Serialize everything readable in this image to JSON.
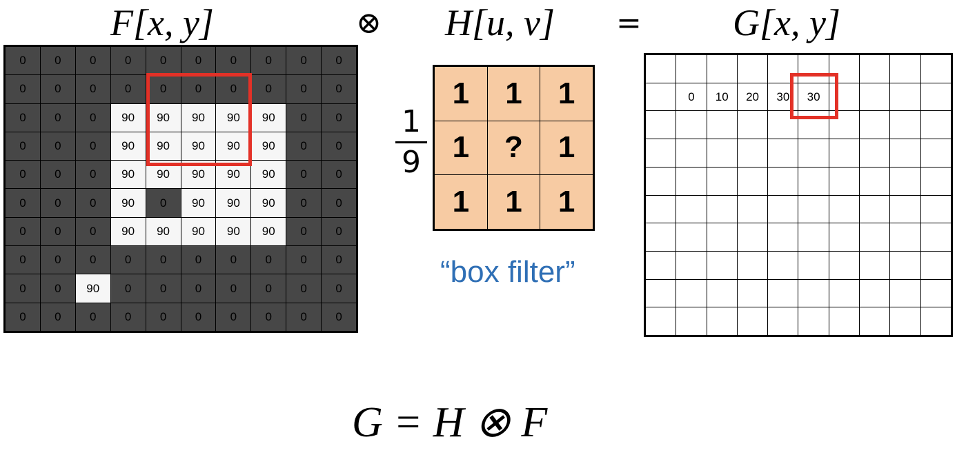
{
  "titles": {
    "f": "F[x, y]",
    "h": "H[u, v]",
    "g": "G[x, y]",
    "convolve_symbol": "⊗",
    "equals_symbol": "=",
    "equation": "G = H ⊗ F"
  },
  "kernel": {
    "scale_numerator": "1",
    "scale_denominator": "9",
    "values": [
      [
        "1",
        "1",
        "1"
      ],
      [
        "1",
        "?",
        "1"
      ],
      [
        "1",
        "1",
        "1"
      ]
    ],
    "label": "“box filter”"
  },
  "input_image": [
    [
      "0",
      "0",
      "0",
      "0",
      "0",
      "0",
      "0",
      "0",
      "0",
      "0"
    ],
    [
      "0",
      "0",
      "0",
      "0",
      "0",
      "0",
      "0",
      "0",
      "0",
      "0"
    ],
    [
      "0",
      "0",
      "0",
      "90",
      "90",
      "90",
      "90",
      "90",
      "0",
      "0"
    ],
    [
      "0",
      "0",
      "0",
      "90",
      "90",
      "90",
      "90",
      "90",
      "0",
      "0"
    ],
    [
      "0",
      "0",
      "0",
      "90",
      "90",
      "90",
      "90",
      "90",
      "0",
      "0"
    ],
    [
      "0",
      "0",
      "0",
      "90",
      "0",
      "90",
      "90",
      "90",
      "0",
      "0"
    ],
    [
      "0",
      "0",
      "0",
      "90",
      "90",
      "90",
      "90",
      "90",
      "0",
      "0"
    ],
    [
      "0",
      "0",
      "0",
      "0",
      "0",
      "0",
      "0",
      "0",
      "0",
      "0"
    ],
    [
      "0",
      "0",
      "90",
      "0",
      "0",
      "0",
      "0",
      "0",
      "0",
      "0"
    ],
    [
      "0",
      "0",
      "0",
      "0",
      "0",
      "0",
      "0",
      "0",
      "0",
      "0"
    ]
  ],
  "output_image": [
    [
      "",
      "",
      "",
      "",
      "",
      "",
      "",
      "",
      "",
      ""
    ],
    [
      "",
      "0",
      "10",
      "20",
      "30",
      "30",
      "",
      "",
      "",
      ""
    ],
    [
      "",
      "",
      "",
      "",
      "",
      "",
      "",
      "",
      "",
      ""
    ],
    [
      "",
      "",
      "",
      "",
      "",
      "",
      "",
      "",
      "",
      ""
    ],
    [
      "",
      "",
      "",
      "",
      "",
      "",
      "",
      "",
      "",
      ""
    ],
    [
      "",
      "",
      "",
      "",
      "",
      "",
      "",
      "",
      "",
      ""
    ],
    [
      "",
      "",
      "",
      "",
      "",
      "",
      "",
      "",
      "",
      ""
    ],
    [
      "",
      "",
      "",
      "",
      "",
      "",
      "",
      "",
      "",
      ""
    ],
    [
      "",
      "",
      "",
      "",
      "",
      "",
      "",
      "",
      "",
      ""
    ],
    [
      "",
      "",
      "",
      "",
      "",
      "",
      "",
      "",
      "",
      ""
    ]
  ],
  "colors": {
    "dark_cell": "#474747",
    "bright_cell": "#f6f6f6",
    "kernel_fill": "#f7cba3",
    "highlight": "#e33127",
    "label_blue": "#2f6fb5"
  }
}
